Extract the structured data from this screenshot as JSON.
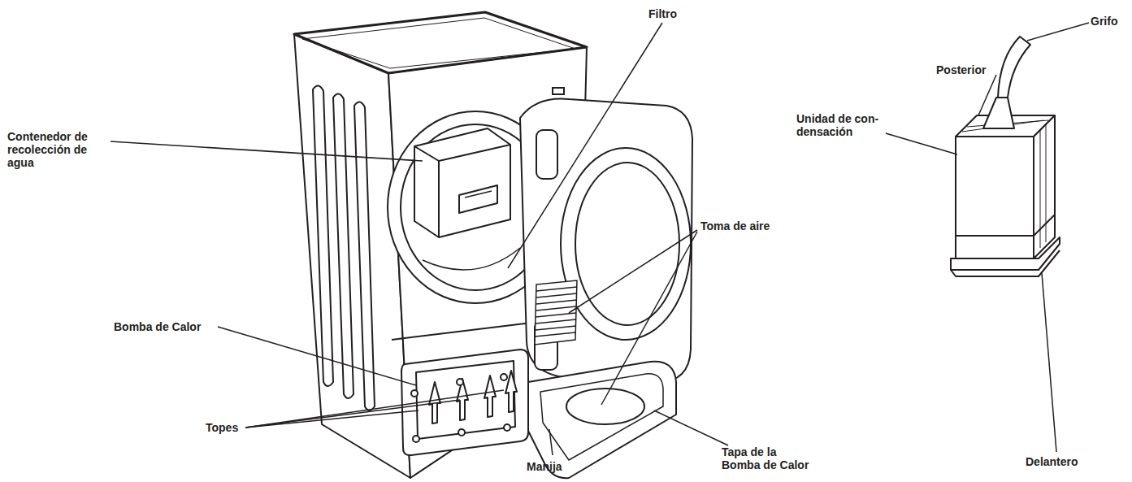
{
  "diagram": {
    "labels": [
      "Filtro",
      "Grifo",
      "Posterior",
      "Contenedor de recolección de agua",
      "Unidad de con- densación",
      "Toma de aire",
      "Bomba de Calor",
      "Topes",
      "Tapa de la Bomba de Calor",
      "Manija",
      "Delantero"
    ]
  }
}
